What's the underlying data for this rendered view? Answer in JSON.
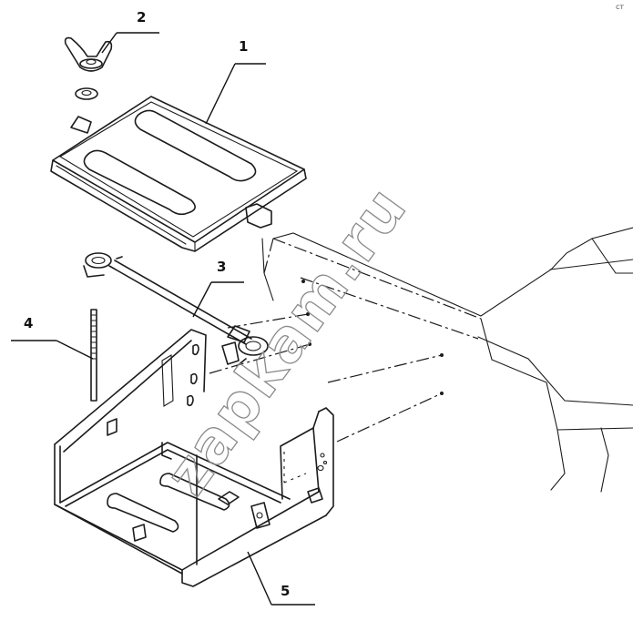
{
  "callouts": {
    "c1": "1",
    "c2": "2",
    "c3": "3",
    "c4": "4",
    "c5": "5"
  },
  "watermark": "zapkam.ru",
  "corner_mark": "ст"
}
